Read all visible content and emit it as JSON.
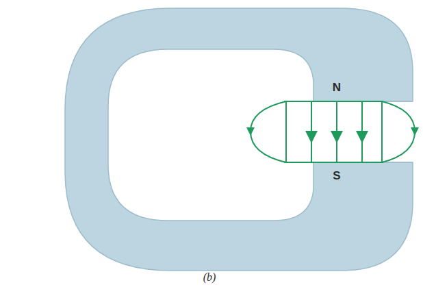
{
  "diagram": {
    "caption": "(b)",
    "labels": [
      "N",
      "S"
    ]
  }
}
